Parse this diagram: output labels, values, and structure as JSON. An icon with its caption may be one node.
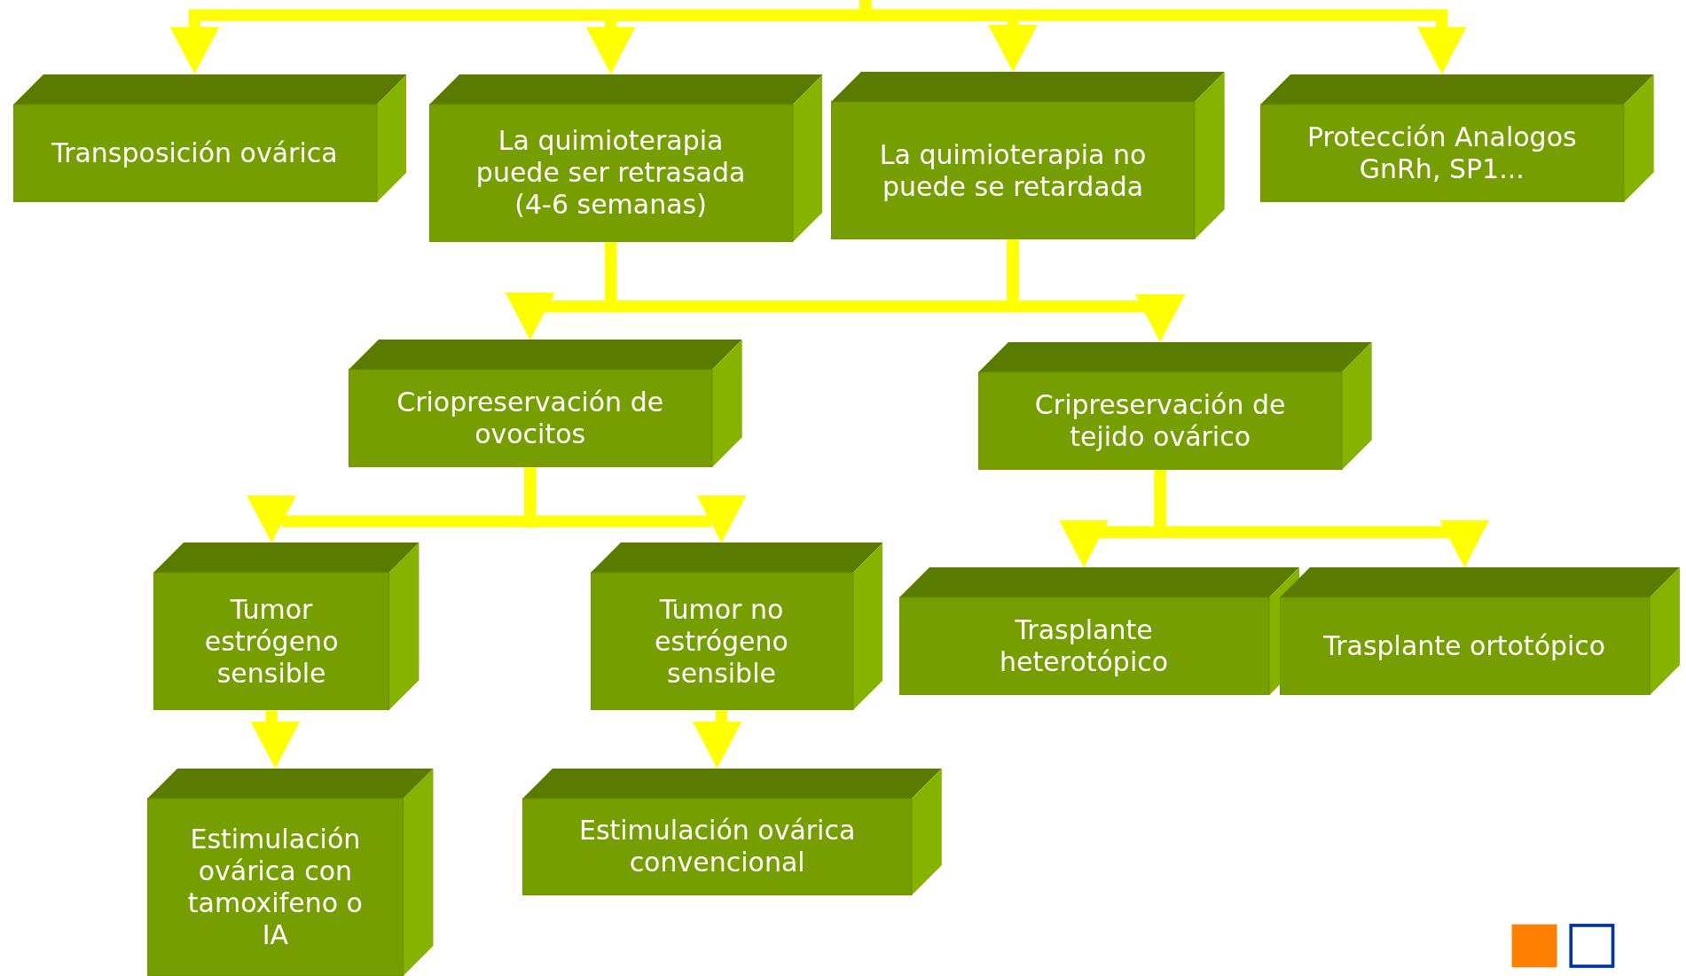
{
  "diagram": {
    "nodes": [
      {
        "text": [
          "Transposición ovárica"
        ]
      },
      {
        "text": [
          "La quimioterapia puede ser retrasada (4-6 semanas)"
        ]
      },
      {
        "text": [
          "La quimioterapia no puede se retardada"
        ]
      },
      {
        "text": [
          "Protección Analogos GnRh, SP1..."
        ]
      },
      {
        "text": [
          "Criopreservación de ovocitos"
        ]
      },
      {
        "text": [
          "Cripreservación de tejido ovárico"
        ]
      },
      {
        "text": [
          "Tumor estrógeno sensible"
        ]
      },
      {
        "text": [
          "Tumor no estrógeno sensible"
        ]
      },
      {
        "text": [
          "Trasplante heterotópico"
        ]
      },
      {
        "text": [
          "Trasplante ortotópico"
        ]
      },
      {
        "text": [
          "Estimulación ovárica con tamoxifeno o IA"
        ]
      },
      {
        "text": [
          "Estimulación ovárica convencional"
        ]
      }
    ],
    "edges": [
      {
        "from": null,
        "to": 0,
        "arrow": "to"
      },
      {
        "from": null,
        "to": 1,
        "arrow": "to"
      },
      {
        "from": null,
        "to": 2,
        "arrow": "to"
      },
      {
        "from": null,
        "to": 3,
        "arrow": "to"
      },
      {
        "from": 1,
        "to": 4,
        "arrow": "to"
      },
      {
        "from": 1,
        "to": 5,
        "arrow": "to"
      },
      {
        "from": 2,
        "to": 4,
        "arrow": "to"
      },
      {
        "from": 2,
        "to": 5,
        "arrow": "to"
      },
      {
        "from": 4,
        "to": 6,
        "arrow": "to"
      },
      {
        "from": 4,
        "to": 7,
        "arrow": "to"
      },
      {
        "from": 5,
        "to": 8,
        "arrow": "to"
      },
      {
        "from": 5,
        "to": 9,
        "arrow": "to"
      },
      {
        "from": 6,
        "to": 10,
        "arrow": "to"
      },
      {
        "from": 7,
        "to": 11,
        "arrow": "to"
      }
    ]
  }
}
